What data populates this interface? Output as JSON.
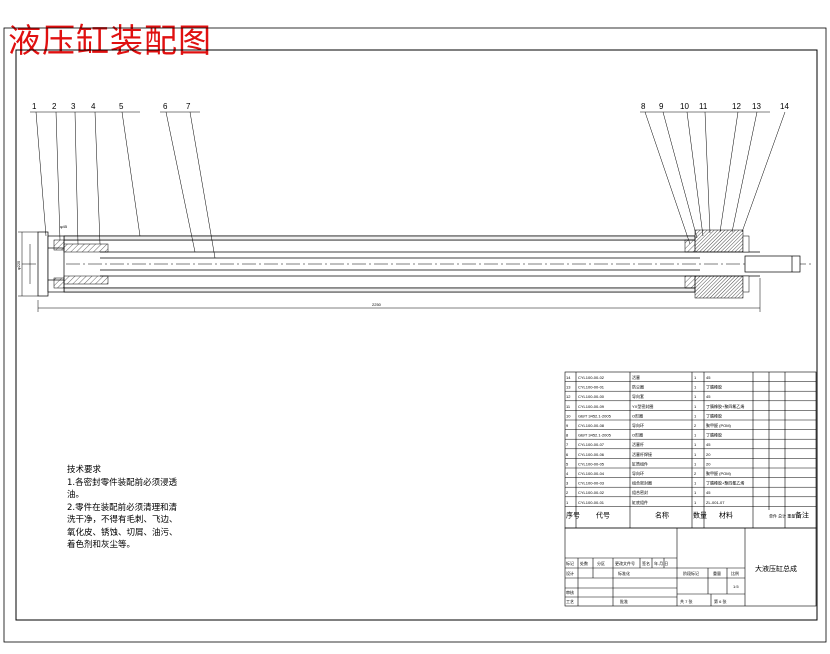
{
  "title": "液压缸装配图",
  "balloons": [
    "1",
    "2",
    "3",
    "4",
    "5",
    "6",
    "7",
    "8",
    "9",
    "10",
    "11",
    "12",
    "13",
    "14"
  ],
  "dimensions": {
    "overall_length": "2250",
    "diameter_outer": "φ225",
    "diameter_left": "φ45"
  },
  "tech_requirements": {
    "heading": "技术要求",
    "lines": [
      "1.各密封零件装配前必须浸透",
      "油。",
      "2.零件在装配前必须清理和清",
      "洗干净，不得有毛刺、飞边、",
      "氧化皮、锈蚀、切屑、油污、",
      "着色剂和灰尘等。"
    ]
  },
  "bom": {
    "header": [
      "序号",
      "代号",
      "名称",
      "数量",
      "材料",
      "单件 总计 重量",
      "备注"
    ],
    "rows": [
      [
        "14",
        "CYL100-00-02",
        "活塞",
        "1",
        "45",
        "",
        ""
      ],
      [
        "13",
        "CYL100-00-01",
        "防尘圈",
        "1",
        "丁腈橡胶",
        "",
        ""
      ],
      [
        "12",
        "CYL100-00-00",
        "导向套",
        "1",
        "45",
        "",
        ""
      ],
      [
        "11",
        "CYL100-00-09",
        "YX型密封圈",
        "1",
        "丁腈橡胶+聚四氟乙烯",
        "",
        ""
      ],
      [
        "10",
        "GB/T 3452.1-2005",
        "O形圈",
        "1",
        "丁腈橡胶",
        "",
        ""
      ],
      [
        "9",
        "CYL100-00-08",
        "导向环",
        "2",
        "聚甲醛 (POM)",
        "",
        ""
      ],
      [
        "8",
        "GB/T 3452.1-2005",
        "O形圈",
        "1",
        "丁腈橡胶",
        "",
        ""
      ],
      [
        "7",
        "CYL100-00-07",
        "活塞杆",
        "1",
        "45",
        "",
        ""
      ],
      [
        "6",
        "CYL100-00-06",
        "活塞杆焊接",
        "1",
        "20",
        "",
        ""
      ],
      [
        "5",
        "CYL100-00-05",
        "缸筒组件",
        "1",
        "20",
        "",
        ""
      ],
      [
        "4",
        "CYL100-00-04",
        "导向环",
        "2",
        "聚甲醛 (POM)",
        "",
        ""
      ],
      [
        "3",
        "CYL100-00-03",
        "组合密封圈",
        "1",
        "丁腈橡胶+聚四氟乙烯",
        "",
        ""
      ],
      [
        "2",
        "CYL100-00-02",
        "组合密封",
        "1",
        "45",
        "",
        ""
      ],
      [
        "1",
        "CYL100-00-01",
        "缸底组件",
        "1",
        "ZL-001-07",
        "",
        ""
      ]
    ]
  },
  "title_block": {
    "drawing_name": "大液压缸总成",
    "rev_row": [
      "标记",
      "处数",
      "分区",
      "更改文件号",
      "签名",
      "年.月.日"
    ],
    "design": "设计",
    "standardize": "标准化",
    "review": "审核",
    "process": "工艺",
    "approve": "批准",
    "stage": "阶段标记",
    "weight": "重量",
    "scale": "比例",
    "scale_value": "1:5",
    "sheets": "共  7  张",
    "sheet_no": "第  6  张"
  },
  "colors": {
    "title": "#e01010",
    "line": "#000000"
  }
}
